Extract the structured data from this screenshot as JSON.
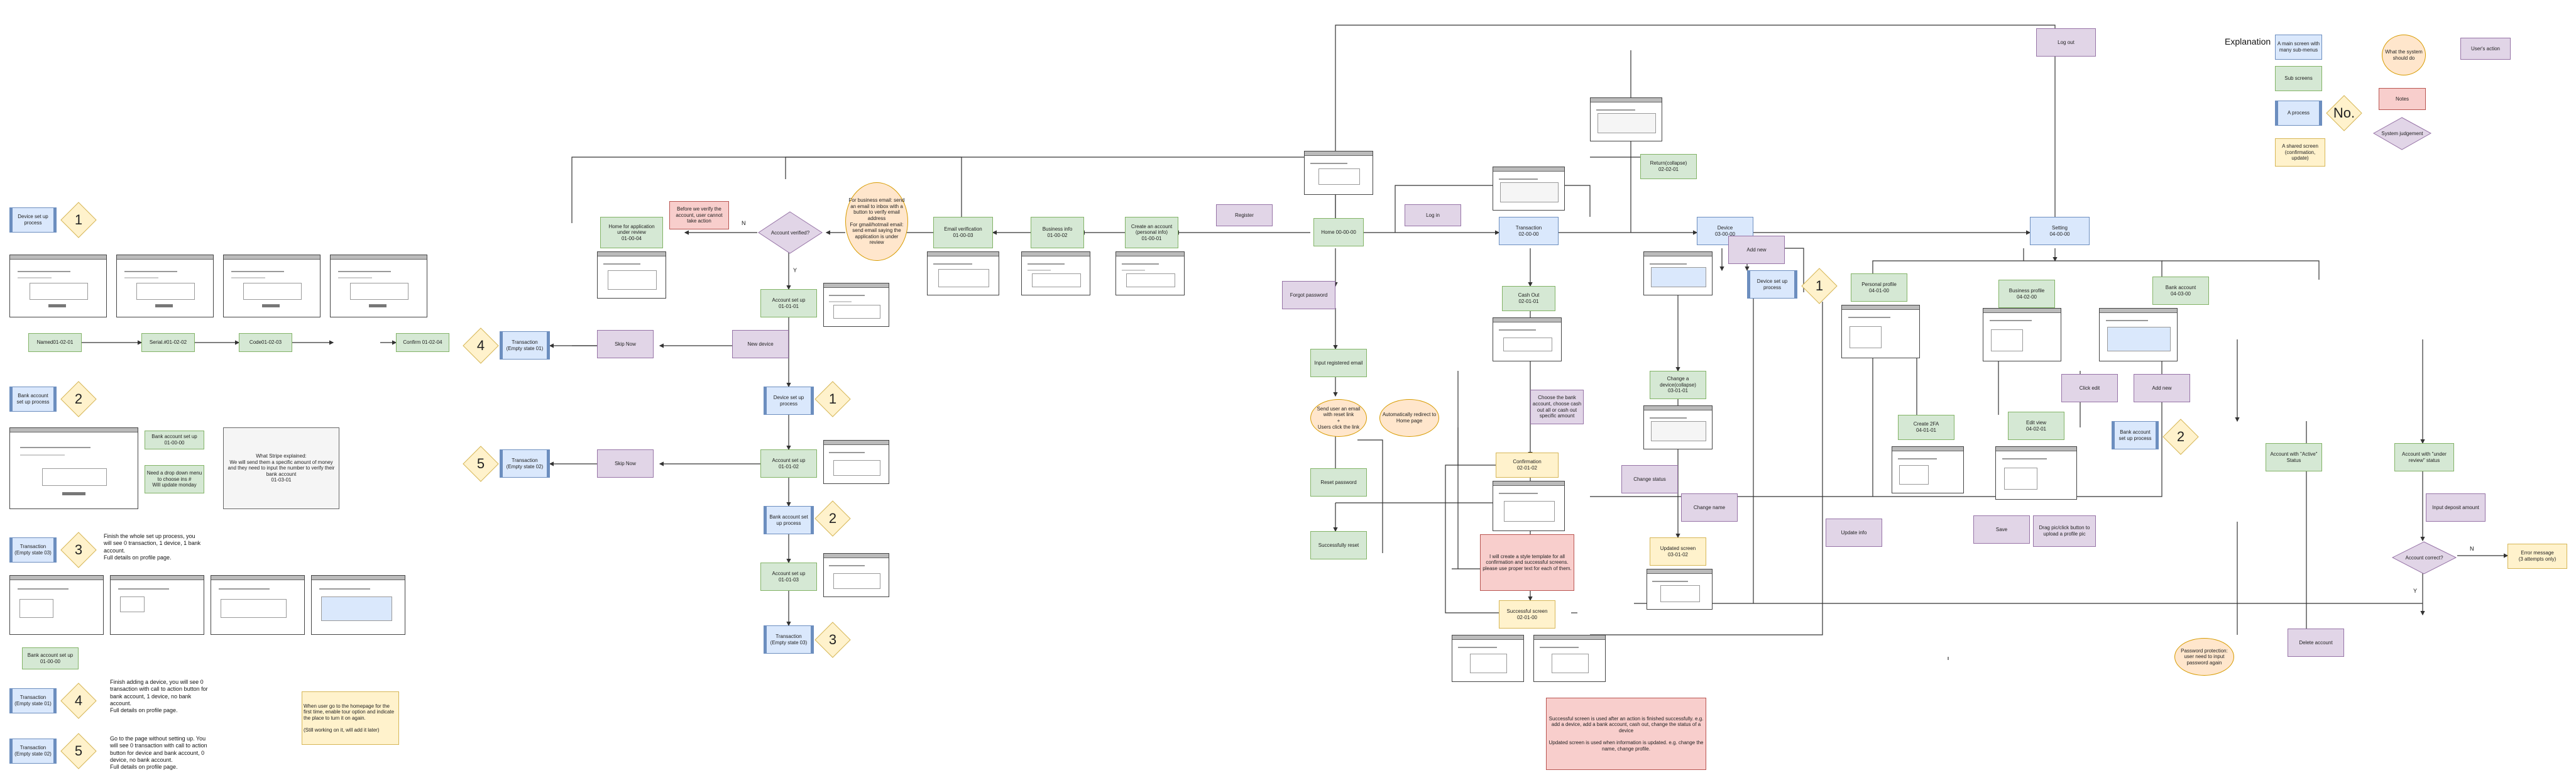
{
  "nodes": {
    "home": "Home 00-00-00",
    "register": "Register",
    "log_in": "Log in",
    "forgot_password": "Forgot password",
    "input_email": "Input registered email",
    "send_link": "Send user an email with reset link\n+\nUsers click the link",
    "auto_redirect": "Automatically redirect to Home page",
    "reset_password": "Reset password",
    "successfully_reset": "Successfully reset",
    "create_account": "Create an account\n(personal info)\n01-00-01",
    "business_info": "Business info\n01-00-02",
    "email_verification": "Email verification\n01-00-03",
    "email_note": "For business email: send an email to inbox with a button to verify email address\nFor gmail/hotmail email: send email saying the application is under review",
    "account_verified": "Account verified?",
    "verify_note": "Before we verify the account, user cannot take action",
    "home_review": "Home for application under review\n01-00-04",
    "account_setup_1": "Account set up\n01-01-01",
    "account_setup_2": "Account set up\n01-01-02",
    "account_setup_3": "Account set up\n01-01-03",
    "new_device": "New device",
    "device_setup_process": "Device set up process",
    "bank_setup_process": "Bank account set up process",
    "transaction_empty_3": "Transaction\n(Empty state 03)",
    "transaction_empty_4": "Transaction\n(Empty state 01)",
    "transaction_empty_5": "Transaction\n(Empty state 02)",
    "skip_now_1": "Skip Now",
    "skip_now_2": "Skip Now",
    "transaction": "Transaction\n02-00-00",
    "cash_out": "Cash Out\n02-01-01",
    "choose_bank": "Choose the bank account, choose cash out all or cash out specific amount",
    "confirmation": "Confirmation\n02-01-02",
    "template_note": "I will create a style template for all confirmation and successful screens. please use proper text for each of them.",
    "successful_screen": "Successful screen\n02-01-00",
    "return": "Return(collapse)\n02-02-01",
    "device": "Device\n03-00-00",
    "add_new": "Add new",
    "device_setup": "Device set up process",
    "change_device": "Change a device(collapse)\n03-01-01",
    "change_status": "Change status",
    "change_name": "Change name",
    "updated_screen": "Updated screen\n03-01-02",
    "log_out": "Log out",
    "setting": "Setting\n04-00-00",
    "personal_profile": "Personal profile\n04-01-00",
    "create_2fa": "Create 2FA\n04-01-01",
    "update_info": "Update info",
    "business_profile": "Business profile\n04-02-00",
    "click_edit": "Click edit",
    "edit_view": "Edit view\n04-02-01",
    "save": "Save",
    "drag_pick": "Drag pic/click button to upload a profile pic",
    "bank_account": "Bank account\n04-03-00",
    "add_new_bank": "Add new",
    "bank_setup": "Bank account set up process",
    "account_active": "Account with \"Active\" Status",
    "account_review": "Account with \"under review\" status",
    "input_deposit": "Input deposit amount",
    "account_correct": "Account correct?",
    "error_message": "Error message\n(3 attempts only)",
    "password_protection": "Password protection: user need to input password again",
    "delete_account": "Delete account",
    "successful_note": "Successful screen is used after an action is finished successfully. e.g. add a device, add a bank account, cash out, change the status of a device\n\nUpdated screen is used when information is updated. e.g. change the name, change profile."
  },
  "edge_labels": {
    "n": "N",
    "y": "Y",
    "n2": "N",
    "y2": "Y"
  },
  "left": {
    "device_process": "Device set up process",
    "num1": "1",
    "named": "Named01-02-01",
    "serial": "Serial.#01-02-02",
    "code": "Code01-02-03",
    "confirm": "Confirm 01-02-04",
    "bank_process": "Bank account set up process",
    "num2": "2",
    "bank_setup_note": "Bank account set up\n01-00-00",
    "dropdown_note": "Need a drop down menu to choose ins #\nWill update monday",
    "stripe_note": "What Stripe explained:\nWe will send them a specific amount of money and they need to input the number to verify their bank account\n01-03-01",
    "transaction3": "Transaction\n(Empty state 03)",
    "num3": "3",
    "finish_note_3": "Finish the whole set up process, you will see 0 transaction, 1 device, 1 bank account.\nFull details on profile page.",
    "bank_setup_2": "Bank account set up\n01-00-00",
    "transaction4": "Transaction\n(Empty state 01)",
    "num4": "4",
    "finish_note_4": "Finish adding a device, you will see 0 transaction with call to action button for bank account, 1 device, no bank account.\nFull details on profile page.",
    "transaction5": "Transaction\n(Empty state 02)",
    "num5": "5",
    "finish_note_5": "Go to the page without setting up. You will see 0 transaction with call to action button for device and bank account, 0 device, no bank account.\nFull details on profile page.",
    "homepage_note": "When user go to the homepage for the first time, enable tour option and indicate the place to turn it on again.\n\n(Still working on it, will add it later)"
  },
  "explanation": {
    "title": "Explanation",
    "main_screen": "A main screen with many sub-menus",
    "sub_screens": "Sub screens",
    "a_process": "A process",
    "no": "No.",
    "shared_screen": "A shared screen (confirmation, update)",
    "what_do": "What the system should do",
    "users_action": "User's action",
    "notes": "Notes",
    "system_judgement": "System judgement"
  },
  "numbers": {
    "d1": "1",
    "d2": "2",
    "d3": "3",
    "d4": "4",
    "d5": "5",
    "dev1": "1",
    "bank2": "2"
  },
  "colors": {
    "green": "#d5e8d4",
    "blue": "#dae8fc",
    "purple": "#e1d5e7",
    "red": "#f8cecc",
    "yellow": "#fff2cc",
    "orange": "#ffe6cc",
    "number_diamond": "#fff2cc"
  }
}
